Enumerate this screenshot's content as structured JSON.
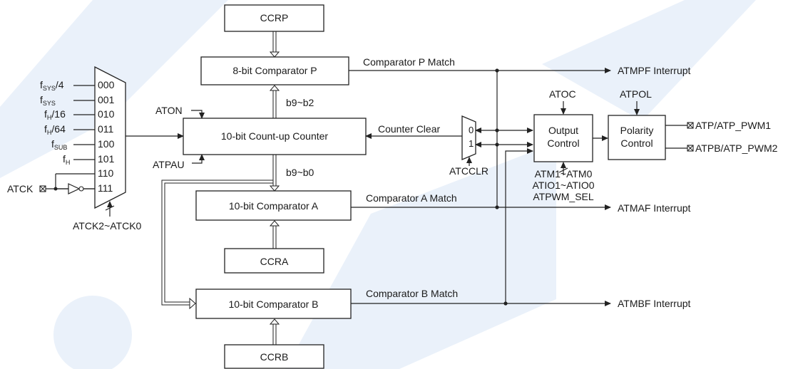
{
  "blocks": {
    "ccrp": "CCRP",
    "comparator_p": "8-bit Comparator P",
    "counter": "10-bit Count-up Counter",
    "comparator_a": "10-bit Comparator A",
    "ccra": "CCRA",
    "comparator_b": "10-bit Comparator B",
    "ccrb": "CCRB",
    "output_control_line1": "Output",
    "output_control_line2": "Control",
    "polarity_control_line1": "Polarity",
    "polarity_control_line2": "Control"
  },
  "mux_inputs": [
    {
      "base": "f",
      "sub": "SYS",
      "suffix": "/4",
      "code": "000"
    },
    {
      "base": "f",
      "sub": "SYS",
      "suffix": "",
      "code": "001"
    },
    {
      "base": "f",
      "sub": "H",
      "suffix": "/16",
      "code": "010"
    },
    {
      "base": "f",
      "sub": "H",
      "suffix": "/64",
      "code": "011"
    },
    {
      "base": "f",
      "sub": "SUB",
      "suffix": "",
      "code": "100"
    },
    {
      "base": "f",
      "sub": "H",
      "suffix": "",
      "code": "101"
    },
    {
      "base": "",
      "sub": "",
      "suffix": "",
      "code": "110"
    },
    {
      "base": "",
      "sub": "",
      "suffix": "",
      "code": "111"
    }
  ],
  "signals": {
    "atck": "ATCK",
    "atck_select": "ATCK2~ATCK0",
    "aton": "ATON",
    "atpau": "ATPAU",
    "bits_b9_b2": "b9~b2",
    "bits_b9_b0": "b9~b0",
    "counter_clear": "Counter Clear",
    "atcclr": "ATCCLR",
    "mux2_0": "0",
    "mux2_1": "1",
    "atoc": "ATOC",
    "atpol": "ATPOL",
    "atm": "ATM1~ATM0",
    "atio": "ATIO1~ATIO0",
    "atpwm_sel": "ATPWM_SEL",
    "match_p": "Comparator P Match",
    "match_a": "Comparator A Match",
    "match_b": "Comparator B Match"
  },
  "outputs": {
    "atpf": "ATMPF Interrupt",
    "ataf": "ATMAF Interrupt",
    "atbf": "ATMBF Interrupt",
    "atp": "ATP/ATP_PWM1",
    "atpb": "ATPB/ATP_PWM2"
  }
}
